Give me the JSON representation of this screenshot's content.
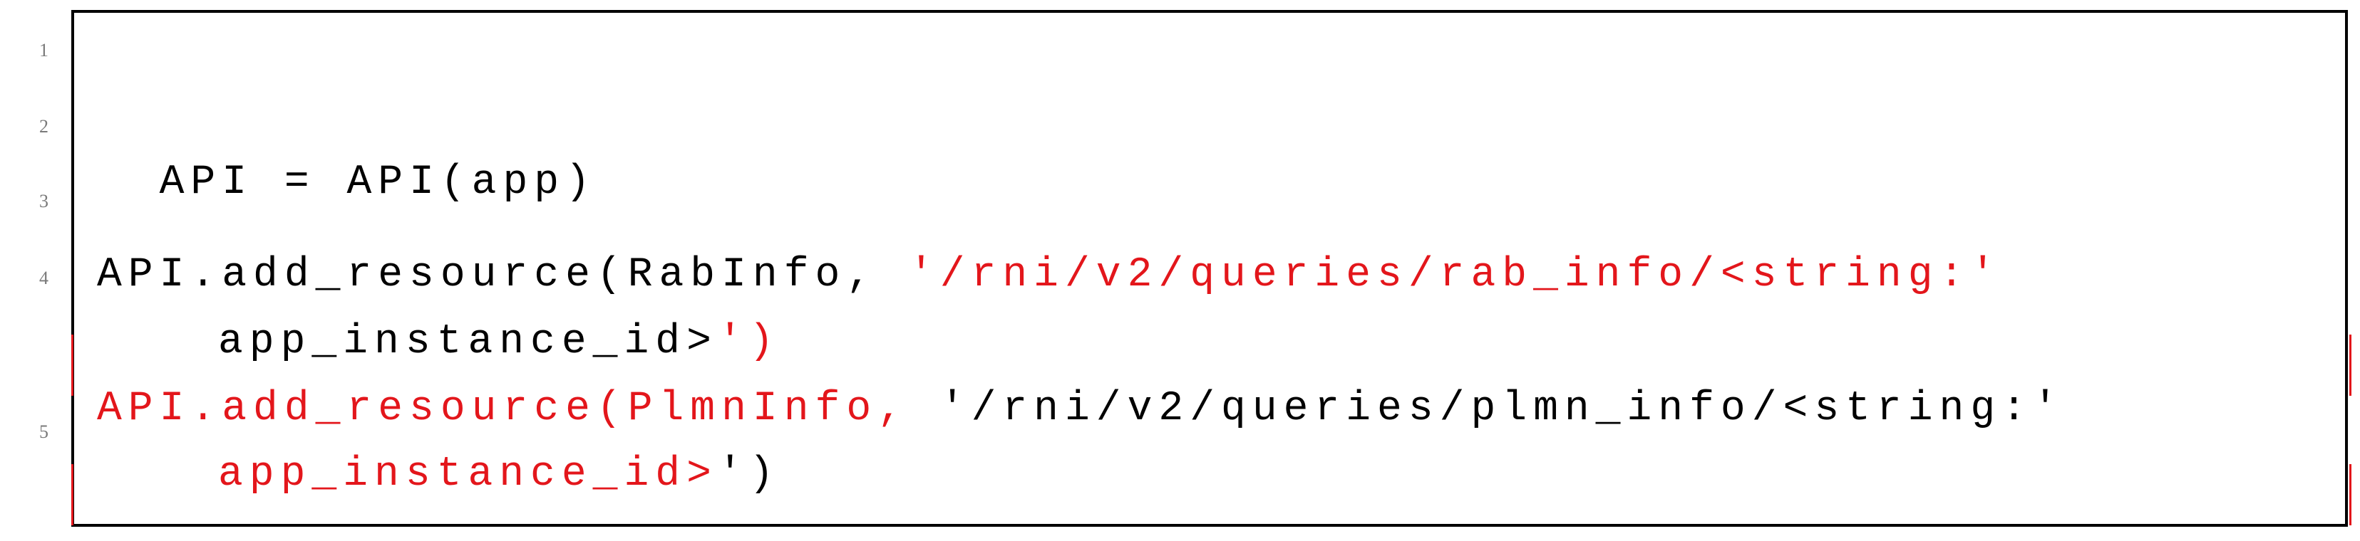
{
  "code_listing": {
    "line_numbers": [
      "1",
      "2",
      "3",
      "4",
      "5"
    ],
    "line2": "API = API(app)",
    "line4_prefix": "API.add_resource(RabInfo, ",
    "line4_string": "'/rni/v2/queries/rab_info/<string:'",
    "line4_cont_plain": "app_instance_id>",
    "line4_cont_red": "')",
    "line5_red": "API.add_resource(PlmnInfo, ",
    "line5_string": "'/rni/v2/queries/plmn_info/<string:'",
    "line5_cont_red": "app_instance_id>",
    "line5_cont_plain": "')"
  },
  "colors": {
    "highlight": "#e3161b",
    "text": "#000000",
    "line_number": "#7a7a7a",
    "border": "#000000",
    "background": "#ffffff"
  }
}
